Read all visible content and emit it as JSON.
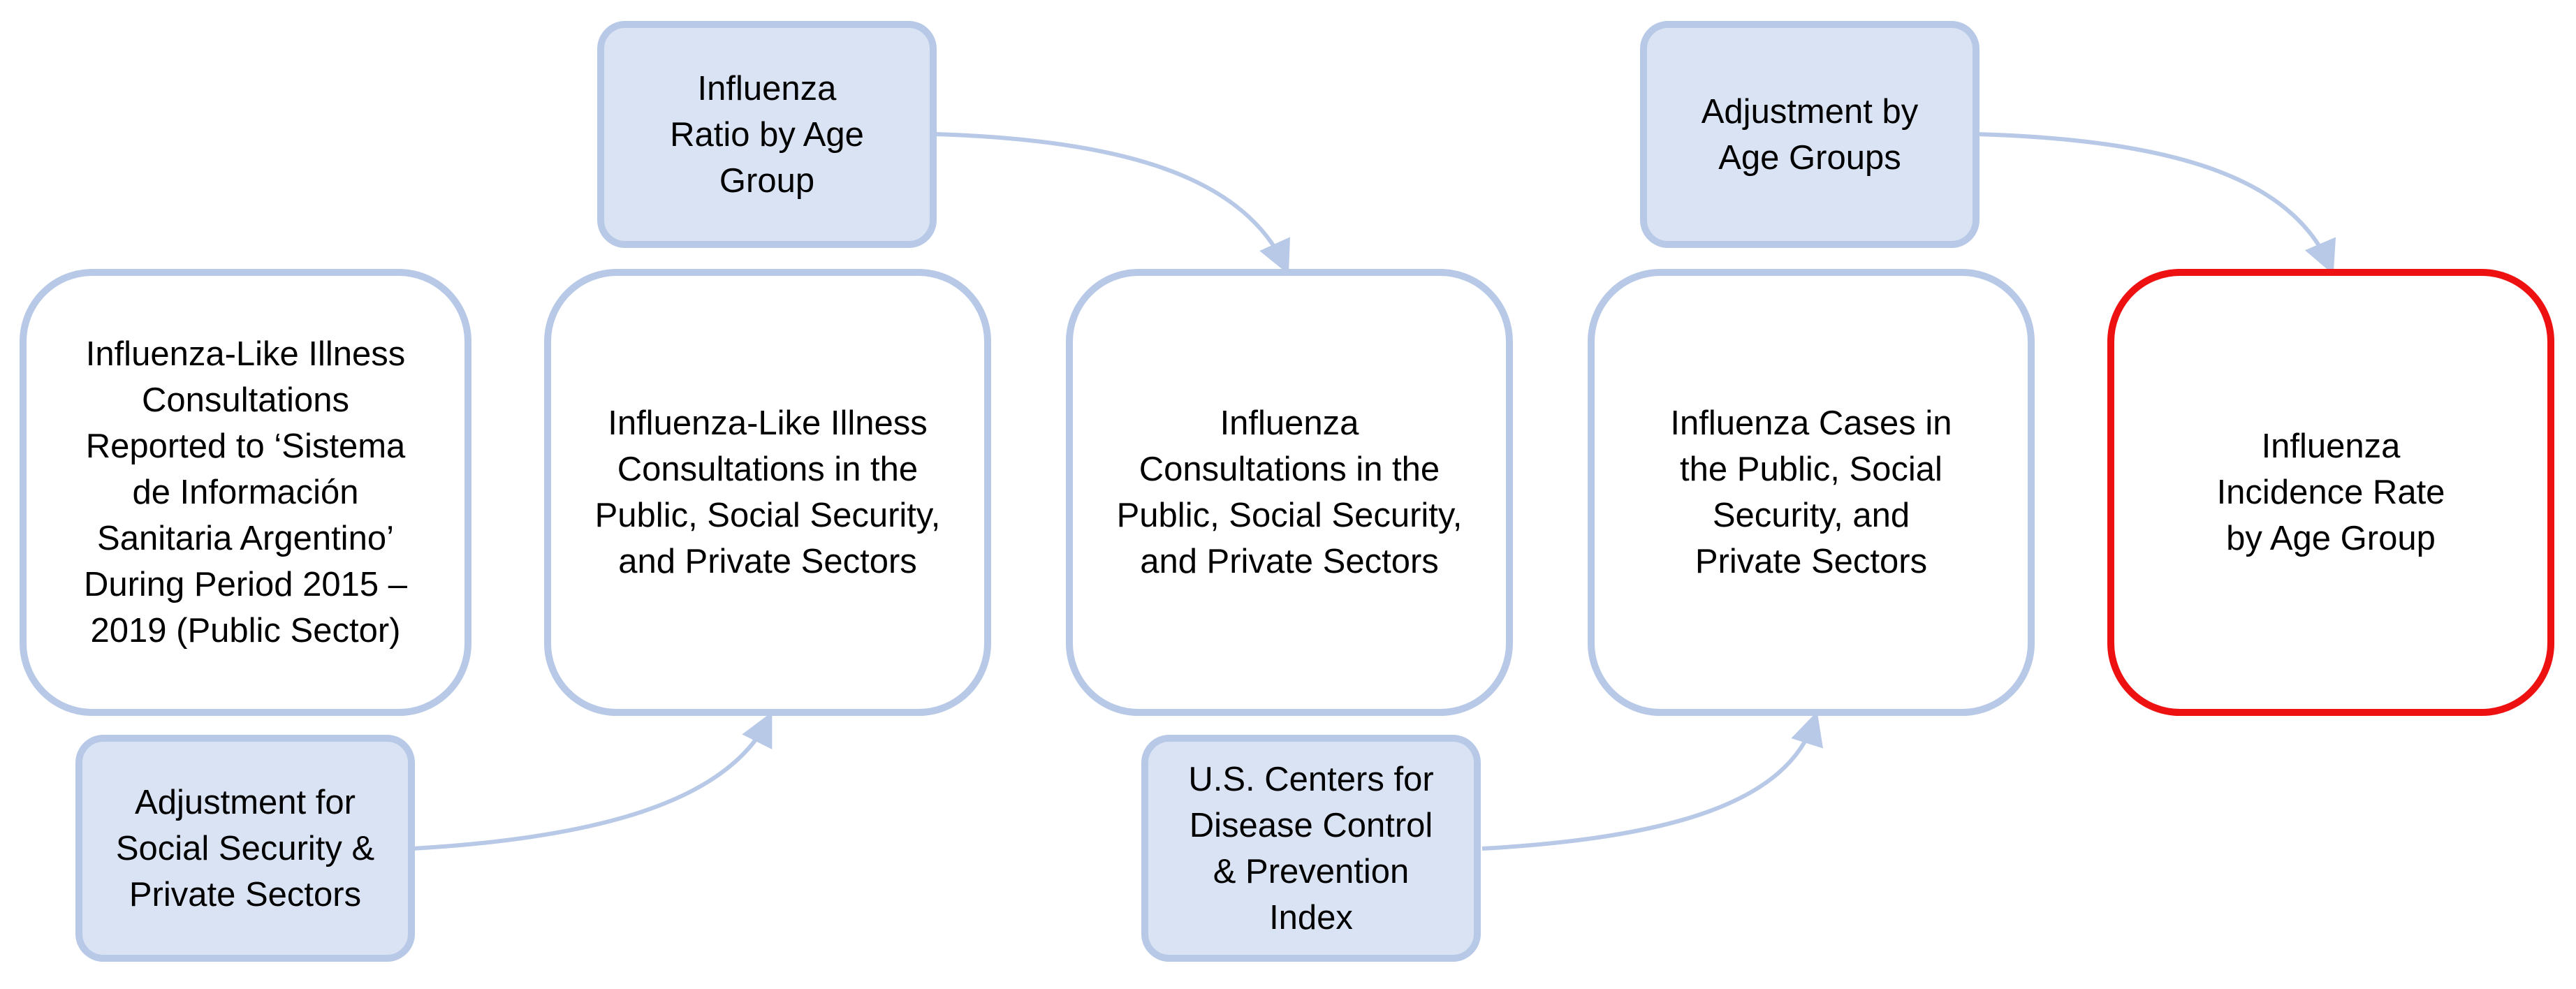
{
  "colors": {
    "box_border": "#b7c9e6",
    "aux_fill": "#dae3f3",
    "final_border": "#ee1111",
    "arrow": "#b7c9e6"
  },
  "nodes": {
    "ili_public": "Influenza-Like Illness\nConsultations\nReported to ‘Sistema\nde Información\nSanitaria Argentino’\nDuring Period 2015 –\n2019 (Public Sector)",
    "ili_all": "Influenza-Like Illness\nConsultations in the\nPublic, Social Security,\nand Private Sectors",
    "influenza_consultations": "Influenza\nConsultations in the\nPublic, Social Security,\nand Private Sectors",
    "influenza_cases": "Influenza Cases in\nthe Public, Social\nSecurity, and\nPrivate Sectors",
    "incidence_rate": "Influenza\nIncidence Rate\nby Age Group",
    "adj_social_private": "Adjustment for\nSocial Security &\nPrivate Sectors",
    "ratio_age": "Influenza\nRatio by Age\nGroup",
    "cdc_index": "U.S. Centers for\nDisease Control\n& Prevention\nIndex",
    "adj_age_groups": "Adjustment by\nAge Groups"
  }
}
